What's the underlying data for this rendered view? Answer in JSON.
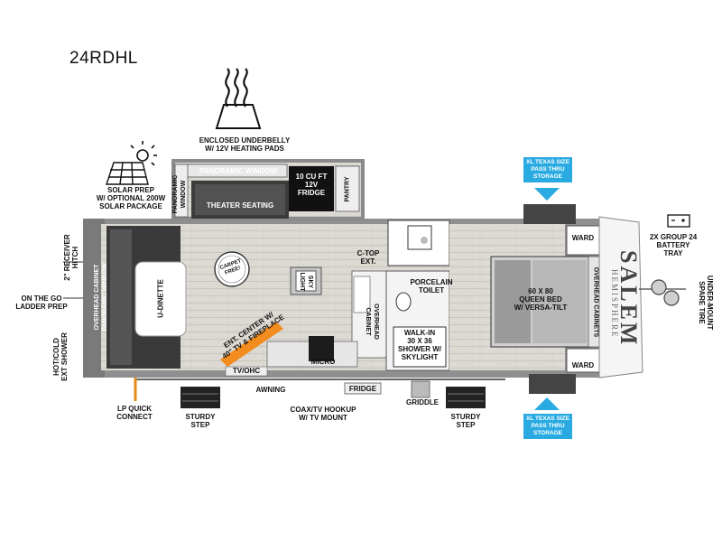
{
  "model": "24RDHL",
  "brand": {
    "name": "SALEM",
    "sub": "HEMISPHERE"
  },
  "labels": {
    "underbelly": "ENCLOSED UNDERBELLY\nW/ 12V HEATING PADS",
    "solar": "SOLAR PREP\nW/ OPTIONAL 200W\nSOLAR PACKAGE",
    "pano_window_top": "PANORAMIC WINDOW",
    "pano_window_side": "PANORAMIC\nWINDOW",
    "fridge_big": "10 CU FT\n12V\nFRIDGE",
    "pantry": "PANTRY",
    "theater": "THEATER SEATING",
    "receiver": "2\" RECEIVER\nHITCH",
    "ladder": "ON THE GO\nLADDER PREP",
    "ext_shower": "HOT/COLD\nEXT SHOWER",
    "overhead_front": "OVERHEAD CABINET\nPANORAMIC WINDOW",
    "u_dinette": "U-DINETTE",
    "carpet_free": "CARPET\nFREE!",
    "skylight": "SKY\nLIGHT",
    "ctop": "C-TOP\nEXT.",
    "ent_center": "ENT. CENTER W/\n40\" TV & FIREPLACE",
    "micro": "MICRO",
    "tv_ohc": "TV/OHC",
    "overhead_mid": "OVERHEAD\nCABINET",
    "porcelain": "PORCELAIN\nTOILET",
    "shower": "WALK-IN\n30 X 36\nSHOWER W/\nSKYLIGHT",
    "bed": "60 X 80\nQUEEN BED\nW/ VERSA-TILT",
    "ward_top": "WARD",
    "ward_bottom": "WARD",
    "overhead_rear": "OVERHEAD CABINETS",
    "xl_top": "XL TEXAS SIZE\nPASS THRU\nSTORAGE",
    "xl_bottom": "XL TEXAS SIZE\nPASS THRU\nSTORAGE",
    "battery": "2X GROUP 24\nBATTERY\nTRAY",
    "spare": "UNDER-MOUNT\nSPARE TIRE",
    "lp": "LP QUICK\nCONNECT",
    "step_left": "STURDY\nSTEP",
    "awning": "AWNING",
    "coax": "COAX/TV HOOKUP\nW/ TV MOUNT",
    "fridge_small": "FRIDGE",
    "griddle": "GRIDDLE",
    "step_right": "STURDY\nSTEP"
  },
  "colors": {
    "accent_blue": "#29abe2",
    "wood": "#d9d6d0",
    "dark_sofa": "#3c3c3c",
    "wall": "#8a8a8a",
    "fireplace": "#f28c1e"
  },
  "icons": [
    "heat-icon",
    "solar-panel-icon",
    "sun-icon",
    "battery-icon",
    "spare-tire-icon",
    "down-arrow-icon",
    "up-arrow-icon"
  ]
}
